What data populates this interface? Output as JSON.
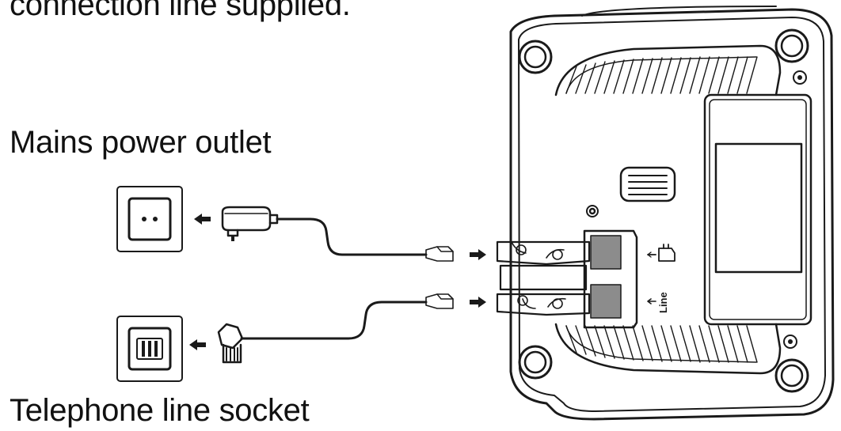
{
  "header": {
    "text": "connection line supplied."
  },
  "labels": {
    "mains_power_outlet": "Mains power outlet",
    "telephone_line_socket": "Telephone line socket",
    "line_port": "Line"
  },
  "icons": {
    "power_port": "power-plug-icon",
    "arrow": "arrow-icon"
  },
  "colors": {
    "ink": "#1a1a1a",
    "port_fill": "#8c8c8c",
    "paper": "#ffffff"
  }
}
